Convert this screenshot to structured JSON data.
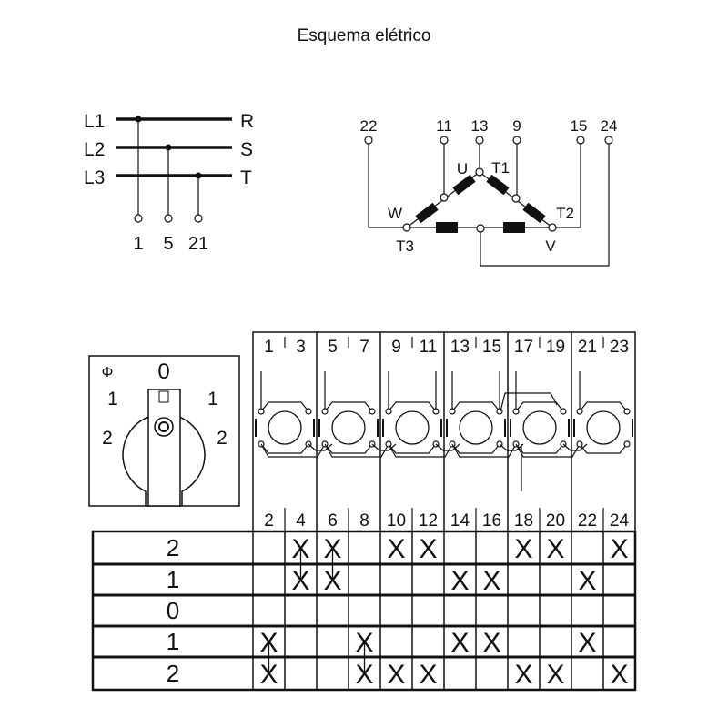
{
  "title": "Esquema elétrico",
  "supply": {
    "lines": [
      {
        "left": "L1",
        "right": "R",
        "terminal": "1"
      },
      {
        "left": "L2",
        "right": "S",
        "terminal": "5"
      },
      {
        "left": "L3",
        "right": "T",
        "terminal": "21"
      }
    ]
  },
  "motor": {
    "terminals": [
      "22",
      "11",
      "13",
      "9",
      "15",
      "24"
    ],
    "node_labels": {
      "u": "U",
      "t1": "T1",
      "w": "W",
      "t2": "T2",
      "t3": "T3",
      "v": "V"
    }
  },
  "knob": {
    "symbol": "Φ",
    "positions": {
      "top": "0",
      "left1": "1",
      "left2": "2",
      "right1": "1",
      "right2": "2"
    }
  },
  "contacts": {
    "top_labels": [
      "1",
      "3",
      "5",
      "7",
      "9",
      "11",
      "13",
      "15",
      "17",
      "19",
      "21",
      "23"
    ],
    "bottom_labels": [
      "2",
      "4",
      "6",
      "8",
      "10",
      "12",
      "14",
      "16",
      "18",
      "20",
      "22",
      "24"
    ]
  },
  "switching_table": {
    "rows": [
      {
        "position": "2",
        "closed": [
          "4",
          "6",
          "10",
          "12",
          "18",
          "20",
          "24"
        ]
      },
      {
        "position": "1",
        "closed": [
          "4",
          "6",
          "14",
          "16",
          "22"
        ]
      },
      {
        "position": "0",
        "closed": []
      },
      {
        "position": "1",
        "closed": [
          "2",
          "8",
          "14",
          "16",
          "22"
        ]
      },
      {
        "position": "2",
        "closed": [
          "2",
          "8",
          "10",
          "12",
          "18",
          "20",
          "24"
        ]
      }
    ],
    "mark": "X"
  }
}
